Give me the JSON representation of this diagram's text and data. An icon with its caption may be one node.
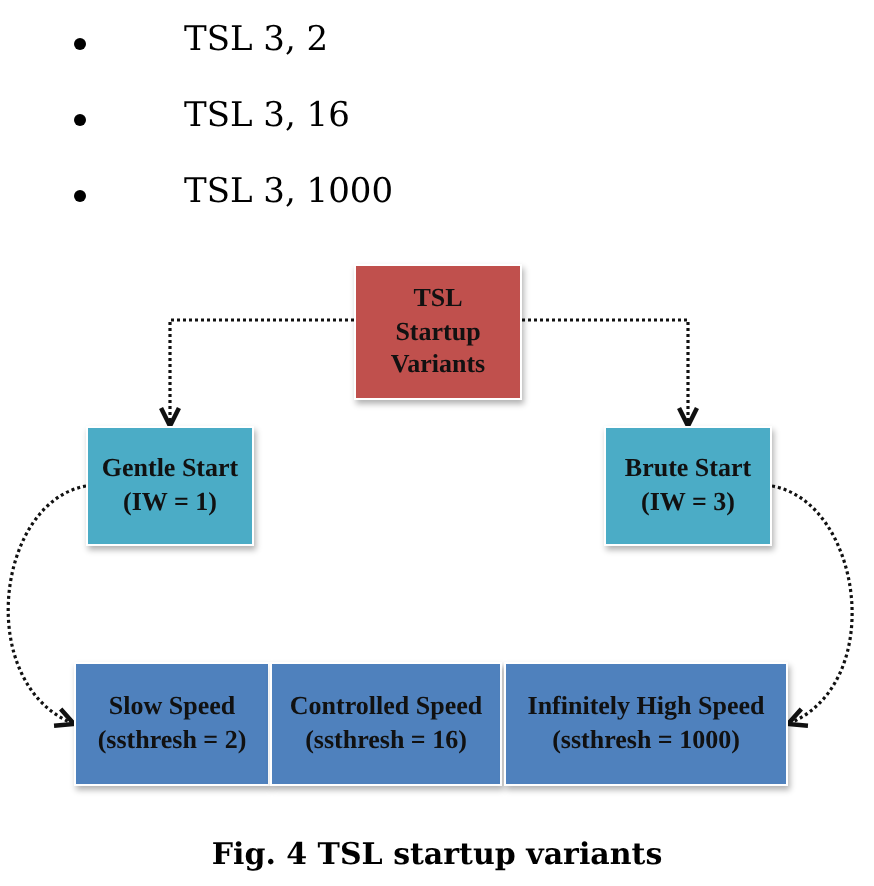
{
  "diagram": {
    "caption": "Fig. 4 TSL startup variants",
    "nodes": [
      {
        "text": [
          "TSL Startup Variants"
        ]
      },
      {
        "text": [
          "Gentle Start",
          "(IW = 1)"
        ]
      },
      {
        "text": [
          "Brute Start",
          "(IW = 3)"
        ]
      },
      {
        "text": [
          "Slow Speed",
          "(ssthresh = 2)"
        ]
      },
      {
        "text": [
          "Controlled Speed",
          "(ssthresh = 16)"
        ]
      },
      {
        "text": [
          "Infinitely High Speed",
          "(ssthresh = 1000)"
        ]
      }
    ],
    "edges": [
      {
        "from": 0,
        "to": 1,
        "arrow": "to",
        "style": "dashed"
      },
      {
        "from": 0,
        "to": 2,
        "arrow": "to",
        "style": "dashed"
      },
      {
        "from": 1,
        "to": 3,
        "arrow": "to",
        "style": "dashed"
      },
      {
        "from": 2,
        "to": 5,
        "arrow": "to",
        "style": "dashed"
      }
    ],
    "labels": [
      "TSL 3, 2",
      "TSL 3, 16",
      "TSL 3, 1000"
    ]
  }
}
